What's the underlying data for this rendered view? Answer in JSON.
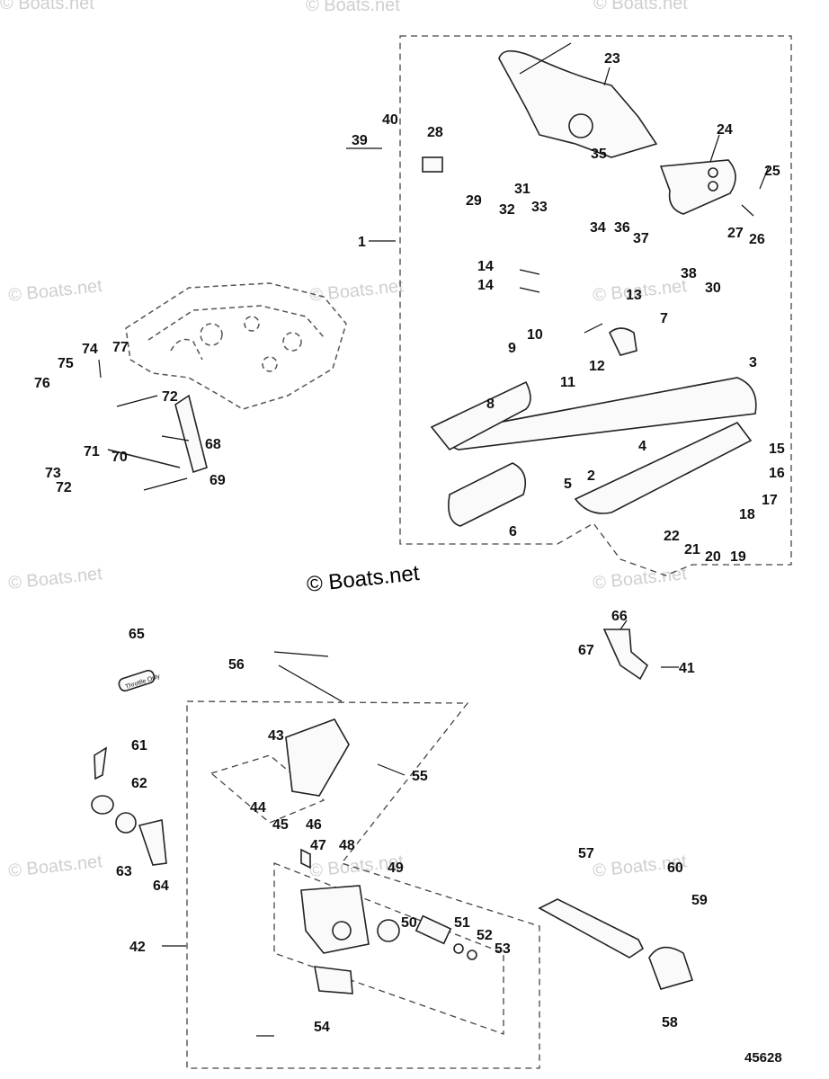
{
  "copyright": "© Boats.net",
  "watermark_text": "© Boats.net",
  "diagram_number": "45628",
  "plate_text": "Throttle Only",
  "part_labels": [
    "1",
    "2",
    "3",
    "4",
    "5",
    "6",
    "7",
    "8",
    "9",
    "10",
    "11",
    "12",
    "13",
    "14",
    "14",
    "15",
    "16",
    "17",
    "18",
    "19",
    "20",
    "21",
    "22",
    "23",
    "24",
    "25",
    "26",
    "27",
    "28",
    "29",
    "30",
    "31",
    "32",
    "33",
    "34",
    "35",
    "36",
    "37",
    "38",
    "39",
    "40",
    "41",
    "42",
    "43",
    "44",
    "45",
    "46",
    "47",
    "48",
    "49",
    "50",
    "51",
    "52",
    "53",
    "54",
    "55",
    "56",
    "57",
    "58",
    "59",
    "60",
    "61",
    "62",
    "63",
    "64",
    "65",
    "66",
    "67",
    "68",
    "69",
    "70",
    "71",
    "72",
    "72",
    "73",
    "74",
    "75",
    "76",
    "77"
  ]
}
